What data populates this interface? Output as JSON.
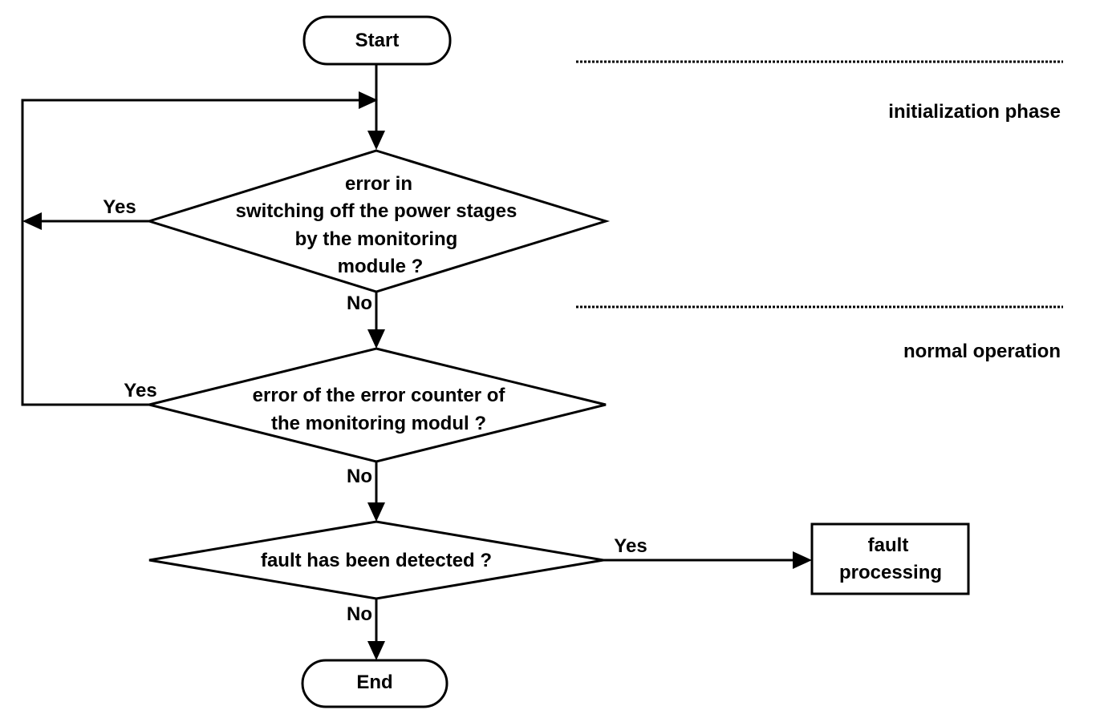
{
  "nodes": {
    "start": {
      "label": "Start"
    },
    "decision1": {
      "lines": [
        "error in",
        "switching off the power stages",
        "by the monitoring",
        "module ?"
      ]
    },
    "decision2": {
      "lines": [
        "error of the error counter of",
        "the monitoring modul ?"
      ]
    },
    "decision3": {
      "label": "fault has been detected ?"
    },
    "fault_box": {
      "lines": [
        "fault",
        "processing"
      ]
    },
    "end": {
      "label": "End"
    }
  },
  "edge_labels": {
    "d1_yes": "Yes",
    "d1_no": "No",
    "d2_yes": "Yes",
    "d2_no": "No",
    "d3_yes": "Yes",
    "d3_no": "No"
  },
  "phases": {
    "initialization": "initialization phase",
    "normal": "normal operation"
  }
}
